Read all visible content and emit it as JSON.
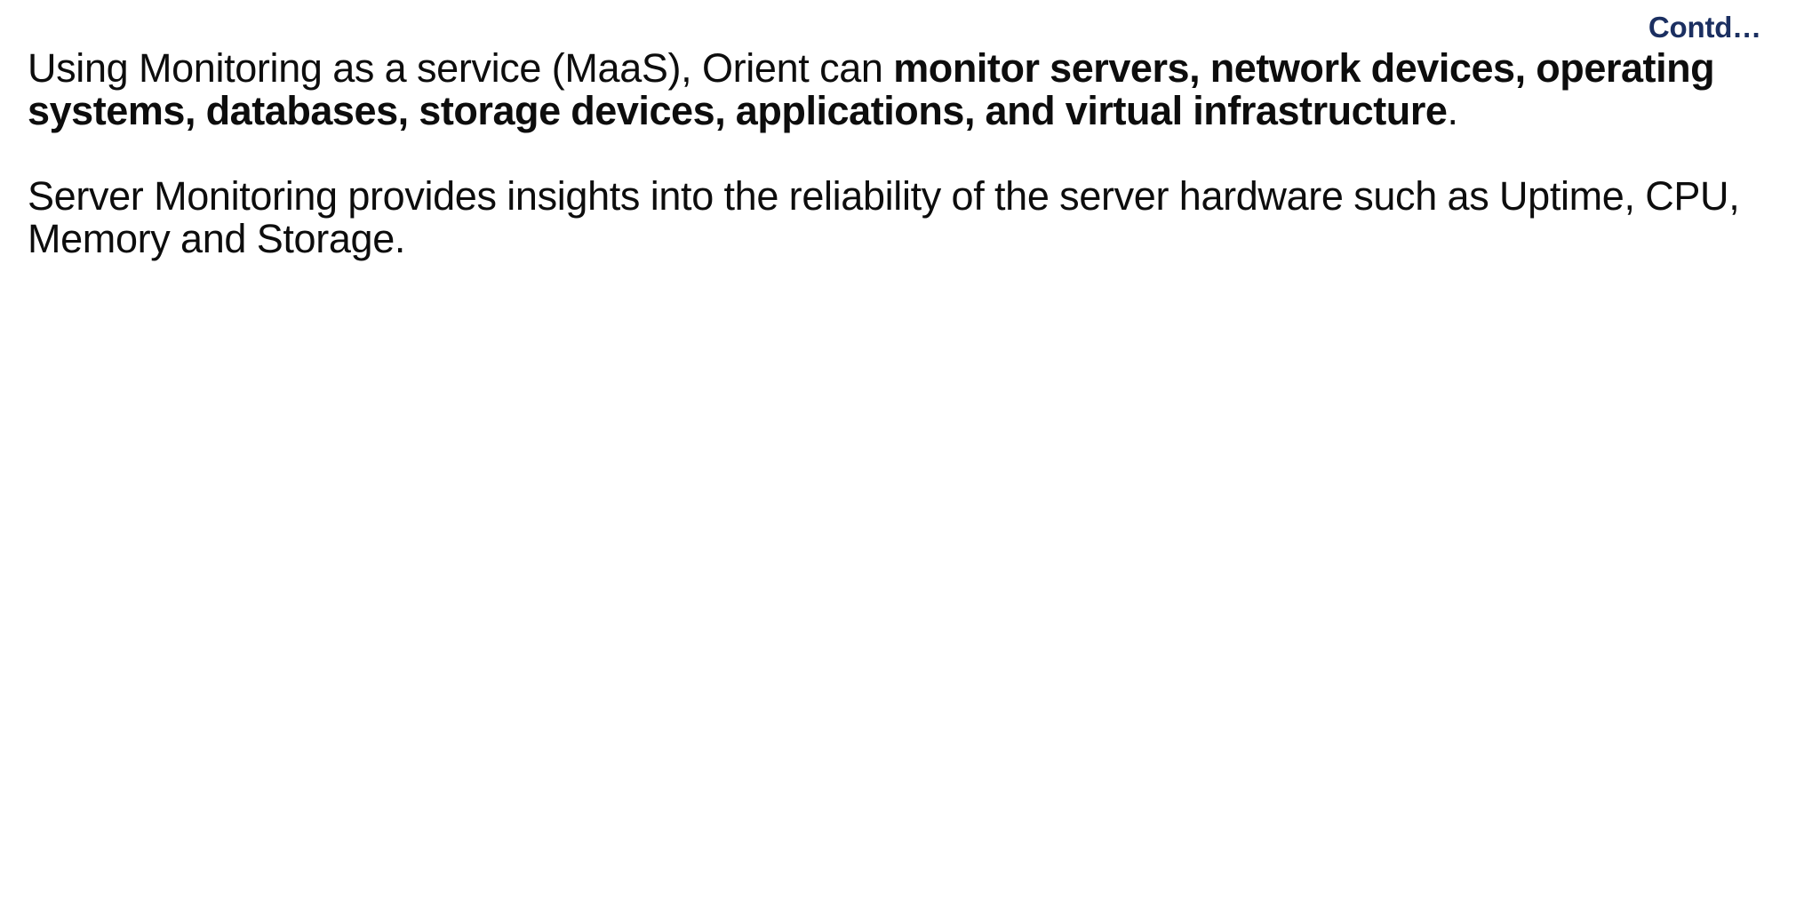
{
  "slide": {
    "background_color": "#ffffff",
    "text_color": "#0d0d0d",
    "accent_color": "#1b2f61"
  },
  "header": {
    "contd_label": "Contd…"
  },
  "body": {
    "paragraphs": [
      {
        "id": "maas-capabilities",
        "runs": [
          {
            "text": "Using Monitoring as a service (MaaS), Orient can ",
            "bold": false
          },
          {
            "text": "monitor servers, network devices, operating systems, databases, storage devices, applications, and virtual infrastructure",
            "bold": true
          },
          {
            "text": ".",
            "bold": false
          }
        ]
      },
      {
        "id": "server-monitoring-insights",
        "runs": [
          {
            "text": "Server Monitoring provides insights into the reliability of the server hardware such as Uptime, CPU, Memory and Storage.",
            "bold": false
          }
        ]
      }
    ]
  }
}
